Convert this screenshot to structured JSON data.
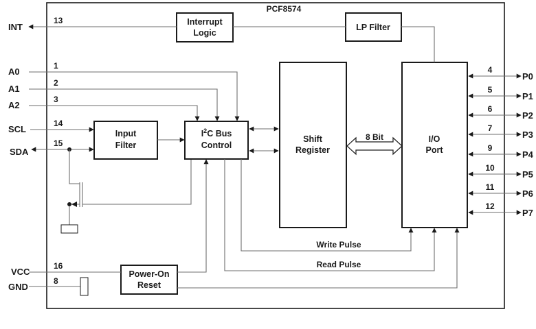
{
  "chip": {
    "title": "PCF8574"
  },
  "blocks": {
    "interrupt": [
      "Interrupt",
      "Logic"
    ],
    "lp_filter": "LP Filter",
    "input_filter": [
      "Input",
      "Filter"
    ],
    "i2c": {
      "prefix": "I",
      "sup": "2",
      "line1_rest": "C Bus",
      "line2": "Control"
    },
    "shift_register": [
      "Shift",
      "Register"
    ],
    "io_port": [
      "I/O",
      "Port"
    ],
    "power_on_reset": [
      "Power-On",
      "Reset"
    ]
  },
  "bus_label": "8 Bit",
  "signals": {
    "write_pulse": "Write Pulse",
    "read_pulse": "Read Pulse"
  },
  "left_pins": [
    {
      "name": "INT",
      "num": "13"
    },
    {
      "name": "A0",
      "num": "1"
    },
    {
      "name": "A1",
      "num": "2"
    },
    {
      "name": "A2",
      "num": "3"
    },
    {
      "name": "SCL",
      "num": "14"
    },
    {
      "name": "SDA",
      "num": "15"
    },
    {
      "name": "VCC",
      "num": "16"
    },
    {
      "name": "GND",
      "num": "8"
    }
  ],
  "right_pins": [
    {
      "name": "P0",
      "num": "4"
    },
    {
      "name": "P1",
      "num": "5"
    },
    {
      "name": "P2",
      "num": "6"
    },
    {
      "name": "P3",
      "num": "7"
    },
    {
      "name": "P4",
      "num": "9"
    },
    {
      "name": "P5",
      "num": "10"
    },
    {
      "name": "P6",
      "num": "11"
    },
    {
      "name": "P7",
      "num": "12"
    }
  ]
}
